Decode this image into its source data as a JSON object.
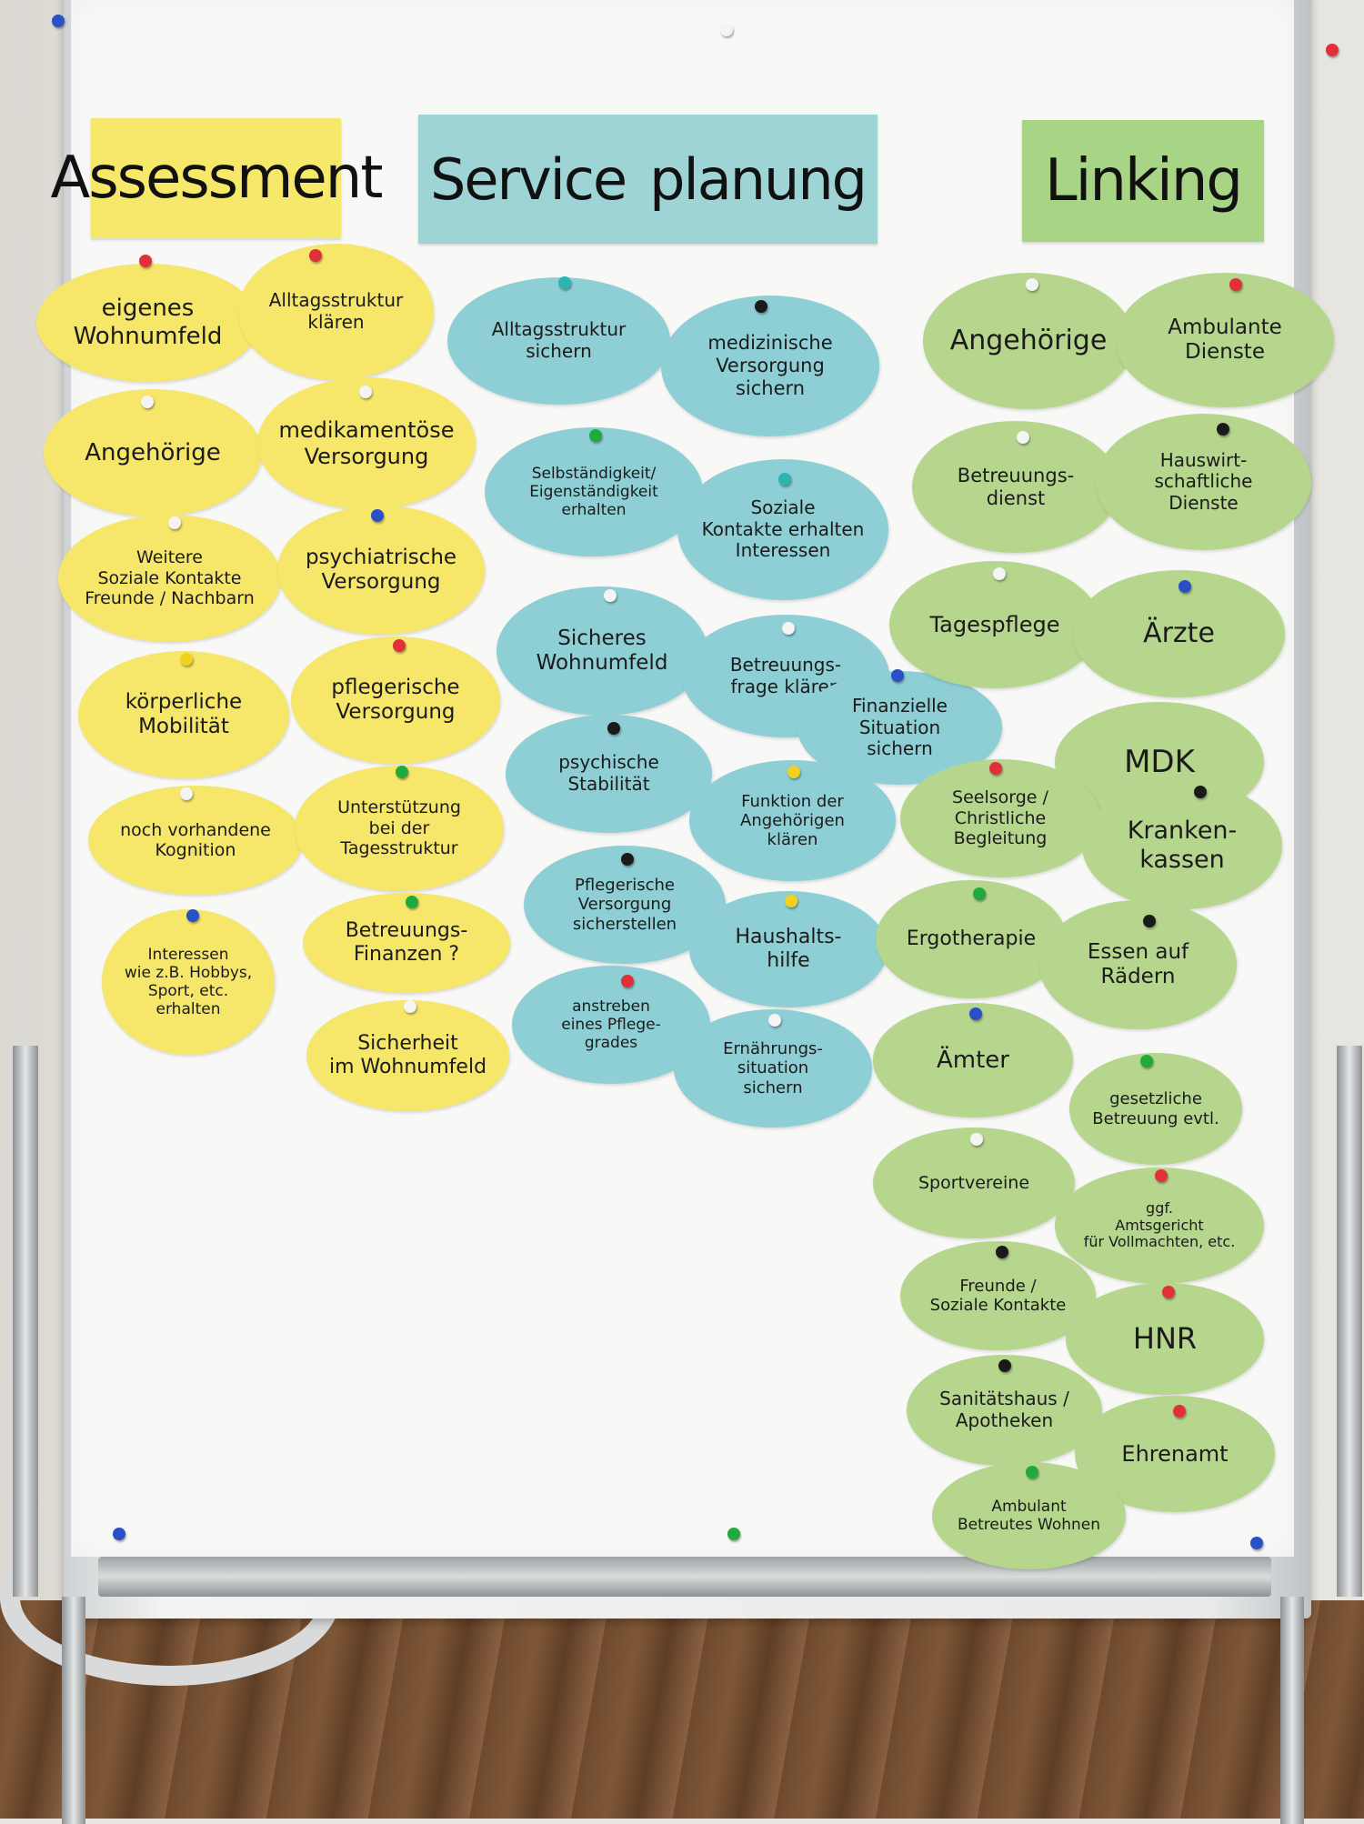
{
  "headers": {
    "assessment": "Assessment",
    "service_1": "Service",
    "service_2": "planung",
    "linking": "Linking"
  },
  "assessment_notes": [
    "eigenes\nWohnumfeld",
    "Alltagsstruktur\nklären",
    "Angehörige",
    "medikamentöse\nVersorgung",
    "Weitere\nSoziale Kontakte\nFreunde / Nachbarn",
    "psychiatrische\nVersorgung",
    "körperliche\nMobilität",
    "pflegerische\nVersorgung",
    "noch vorhandene\nKognition",
    "Unterstützung\nbei der\nTagesstruktur",
    "Interessen\nwie z.B. Hobbys,\nSport, etc.\nerhalten",
    "Betreuungs-\nFinanzen ?",
    "Sicherheit\nim Wohnumfeld"
  ],
  "service_notes": [
    "Alltagsstruktur\nsichern",
    "medizinische\nVersorgung sichern",
    "Selbständigkeit/\nEigenständigkeit\nerhalten",
    "Soziale\nKontakte erhalten\nInteressen",
    "Sicheres\nWohnumfeld",
    "Betreuungs-\nfrage klären",
    "Finanzielle\nSituation\nsichern",
    "psychische\nStabilität",
    "Funktion der\nAngehörigen\nklären",
    "Pflegerische\nVersorgung\nsicherstellen",
    "Haushalts-\nhilfe",
    "anstreben\neines Pflege-\ngrades",
    "Ernährungs-\nsituation\nsichern"
  ],
  "linking_notes": [
    "Angehörige",
    "Ambulante\nDienste",
    "Betreuungs-\ndienst",
    "Hauswirt-\nschaftliche\nDienste",
    "Tagespflege",
    "Ärzte",
    "MDK",
    "Seelsorge /\nChristliche\nBegleitung",
    "Kranken-\nkassen",
    "Ergotherapie",
    "Essen auf\nRädern",
    "Ämter",
    "gesetzliche\nBetreuung evtl.",
    "Sportvereine",
    "ggf.\nAmtsgericht\nfür Vollmachten, etc.",
    "Freunde /\nSoziale Kontakte",
    "HNR",
    "Sanitätshaus /\nApotheken",
    "Ehrenamt",
    "Ambulant\nBetreutes Wohnen"
  ],
  "colors": {
    "yellow_note": "#f6e76a",
    "blue_note": "#8ecfd6",
    "green_note": "#b6d68d",
    "assessment_header": "#f6e86b",
    "service_header": "#9ed4d6",
    "linking_header": "#a8d486"
  }
}
